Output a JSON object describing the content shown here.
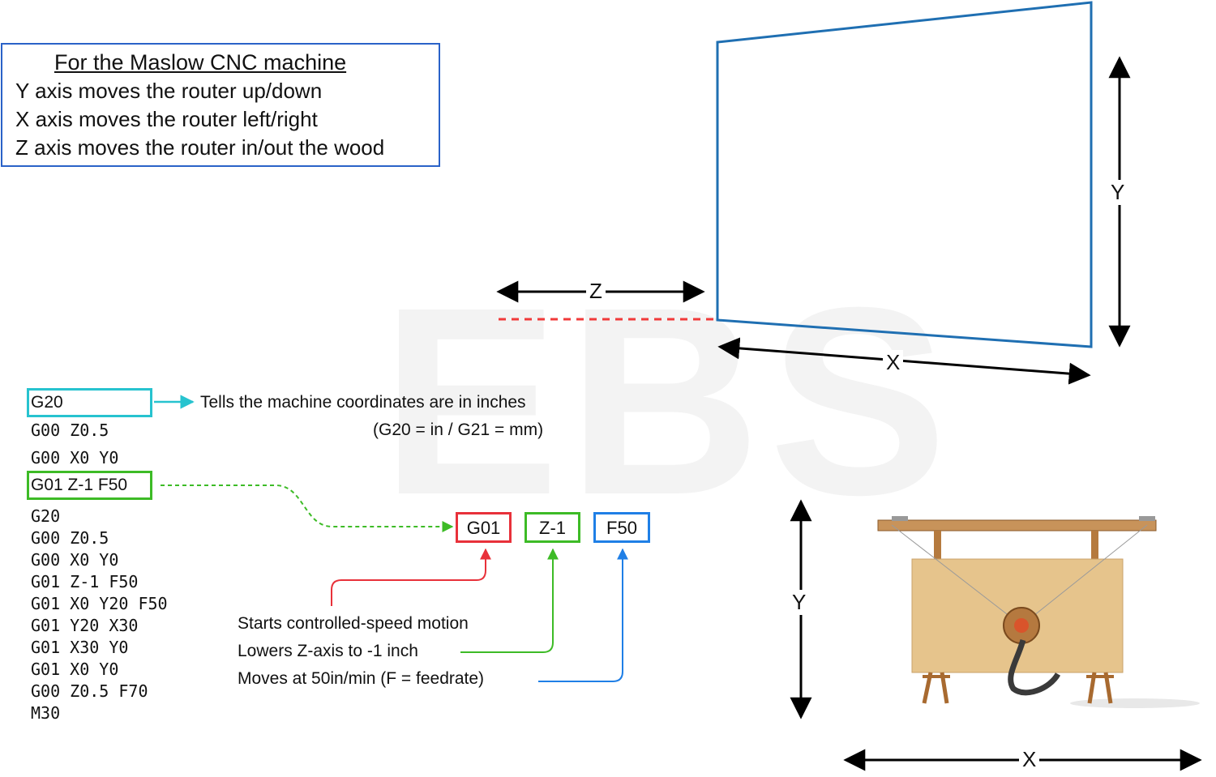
{
  "watermark": "EBS",
  "info": {
    "title": "For the Maslow CNC machine",
    "lines": [
      "Y axis moves the router up/down",
      "X axis moves the router left/right",
      "Z axis moves the router in/out the wood"
    ]
  },
  "axes": {
    "x": "X",
    "y": "Y",
    "z": "Z"
  },
  "highlighted": {
    "g20": "G20",
    "g01_line": "G01 Z-1 F50"
  },
  "code_top": [
    "G00 Z0.5",
    "G00 X0 Y0"
  ],
  "g20_note": {
    "line1": "Tells the machine coordinates are in inches",
    "line2": "(G20 = in / G21 = mm)"
  },
  "program": [
    "G20",
    "G00 Z0.5",
    "G00 X0 Y0",
    "G01 Z-1 F50",
    "G01 X0 Y20 F50",
    "G01 Y20 X30",
    "G01 X30 Y0",
    "G01 X0 Y0",
    "G00 Z0.5 F70",
    "M30"
  ],
  "tokens": [
    {
      "text": "G01",
      "color": "#e8313a"
    },
    {
      "text": "Z-1",
      "color": "#3dbb26"
    },
    {
      "text": "F50",
      "color": "#1f7fe6"
    }
  ],
  "explanations": [
    "Starts controlled-speed motion",
    "Lowers Z-axis to -1 inch",
    "Moves at 50in/min (F = feedrate)"
  ],
  "colors": {
    "info_border": "#2a62c8",
    "board": "#1f6fb2",
    "g20_box": "#27c3cf",
    "g01_box": "#3dbb26",
    "z_dashed": "#f03a3a"
  }
}
